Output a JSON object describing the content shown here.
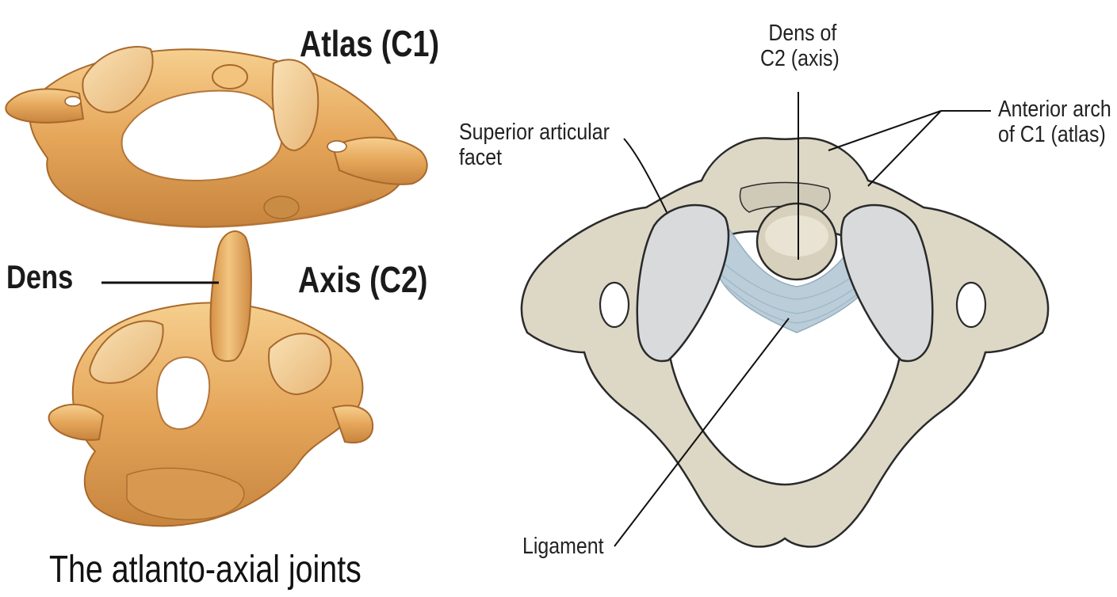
{
  "left_figure": {
    "atlas_label": "Atlas (C1)",
    "axis_label": "Axis (C2)",
    "dens_label": "Dens",
    "caption": "The atlanto-axial joints",
    "bone_color": "#e3a559",
    "bone_highlight": "#f3cd8c",
    "bone_shadow": "#b9783a"
  },
  "right_figure": {
    "dens_label_line1": "Dens of",
    "dens_label_line2": "C2 (axis)",
    "facet_label_line1": "Superior articular",
    "facet_label_line2": "facet",
    "anterior_label_line1": "Anterior arch",
    "anterior_label_line2": "of C1 (atlas)",
    "ligament_label": "Ligament",
    "bone_color": "#ddd8c6",
    "facet_color": "#d8dadc",
    "ligament_color": "#b7cbd8"
  }
}
